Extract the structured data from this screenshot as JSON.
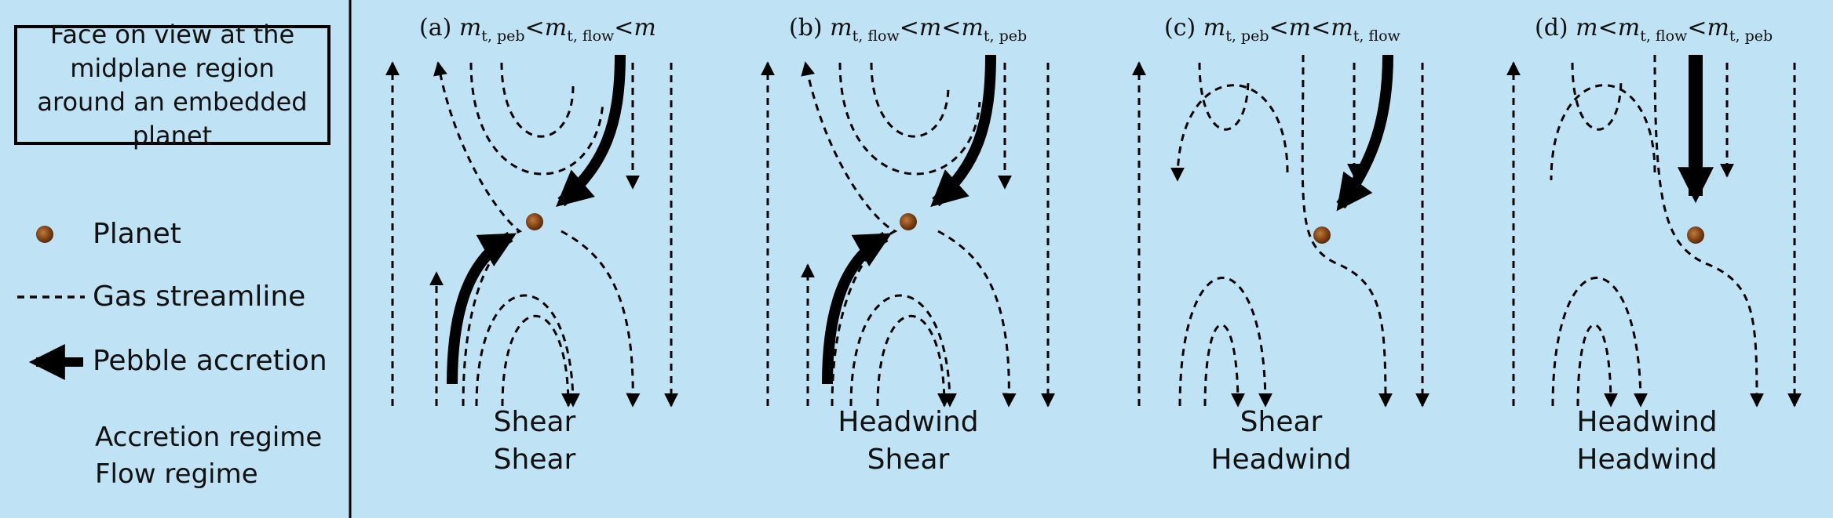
{
  "legend": {
    "caption": "Face on view at the midplane region around an embedded planet",
    "planet_label": "Planet",
    "gas_label": "Gas streamline",
    "pebble_label": "Pebble accretion",
    "accretion_regime_label": "Accretion regime",
    "flow_regime_label": "Flow regime"
  },
  "panels": [
    {
      "letter": "(a)",
      "m1": "m",
      "s1": "t, peb",
      "op1": "<",
      "m2": "m",
      "s2": "t, flow",
      "op2": "<",
      "m3": "m",
      "s3": "",
      "accretion": "Shear",
      "flow": "Shear"
    },
    {
      "letter": "(b)",
      "m1": "m",
      "s1": "t, flow",
      "op1": "<",
      "m2": "m",
      "s2": "",
      "op2": "<",
      "m3": "m",
      "s3": "t, peb",
      "accretion": "Headwind",
      "flow": "Shear"
    },
    {
      "letter": "(c)",
      "m1": "m",
      "s1": "t, peb",
      "op1": "<",
      "m2": "m",
      "s2": "",
      "op2": "<",
      "m3": "m",
      "s3": "t, flow",
      "accretion": "Shear",
      "flow": "Headwind"
    },
    {
      "letter": "(d)",
      "m1": "m",
      "s1": "",
      "op1": "<",
      "m2": "m",
      "s2": "t, flow",
      "op2": "<",
      "m3": "m",
      "s3": "t, peb",
      "accretion": "Headwind",
      "flow": "Headwind"
    }
  ],
  "colors": {
    "background": "#bfe3f4",
    "planet": "#8a4a1e",
    "ink": "#000000"
  }
}
